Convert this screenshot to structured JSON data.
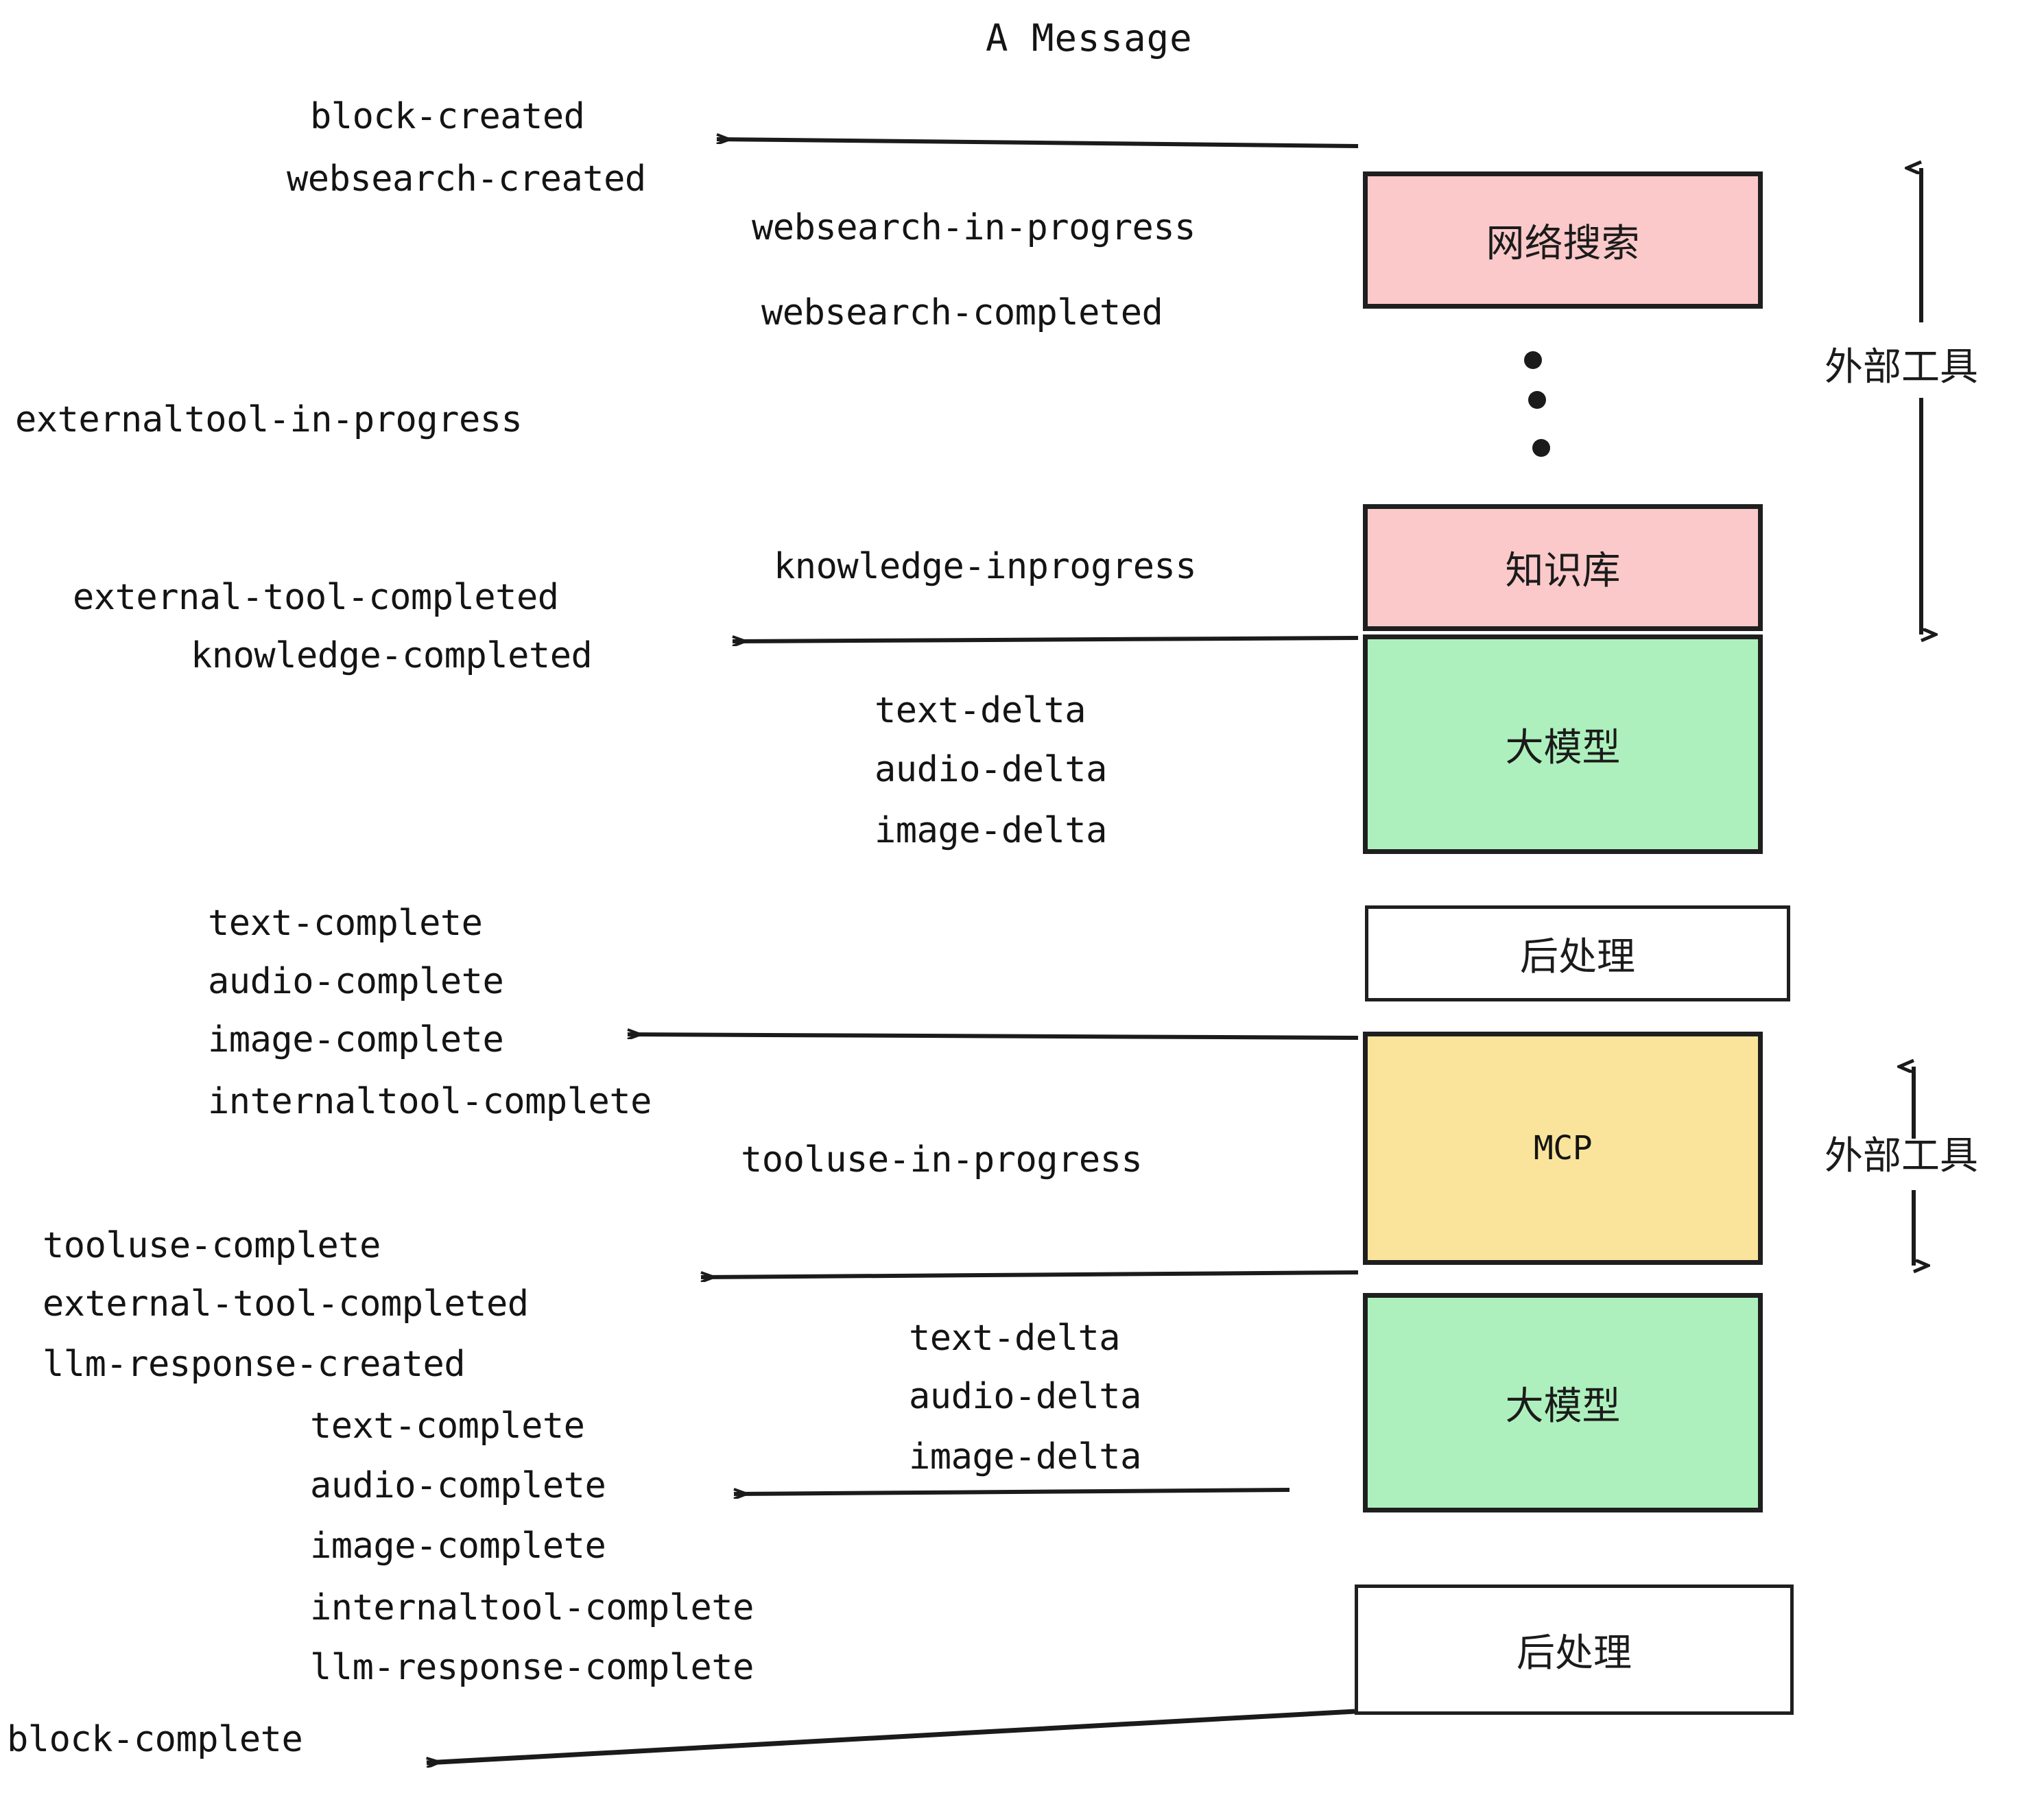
{
  "title": "A Message",
  "colors": {
    "pink": "#FBC9CA",
    "green": "#AEF0BD",
    "yellow": "#FAE49B",
    "white": "#FFFFFF",
    "stroke": "#1F1F1F",
    "text": "#141414"
  },
  "boxes": [
    {
      "key": "websearch",
      "label": "网络搜索",
      "fill": "pink"
    },
    {
      "key": "knowledge",
      "label": "知识库",
      "fill": "pink"
    },
    {
      "key": "llm_top",
      "label": "大模型",
      "fill": "green"
    },
    {
      "key": "postprocess_top",
      "label": "后处理",
      "fill": "white"
    },
    {
      "key": "mcp",
      "label": "MCP",
      "fill": "yellow"
    },
    {
      "key": "llm_bottom",
      "label": "大模型",
      "fill": "green"
    },
    {
      "key": "postprocess_bottom",
      "label": "后处理",
      "fill": "white"
    }
  ],
  "side_labels": [
    {
      "key": "external-tools-top",
      "label": "外部工具"
    },
    {
      "key": "external-tools-bottom",
      "label": "外部工具"
    }
  ],
  "events": {
    "block_created": "block-created",
    "websearch_created": "websearch-created",
    "websearch_in_progress": "websearch-in-progress",
    "websearch_completed": "websearch-completed",
    "externaltool_in_progress": "externaltool-in-progress",
    "knowledge_inprogress": "knowledge-inprogress",
    "external_tool_completed_1": "external-tool-completed",
    "knowledge_completed": "knowledge-completed",
    "text_delta_1": "text-delta",
    "audio_delta_1": "audio-delta",
    "image_delta_1": "image-delta",
    "text_complete_1": "text-complete",
    "audio_complete_1": "audio-complete",
    "image_complete_1": "image-complete",
    "internaltool_complete_1": "internaltool-complete",
    "tooluse_in_progress": "tooluse-in-progress",
    "tooluse_complete": "tooluse-complete",
    "external_tool_completed_2": "external-tool-completed",
    "llm_response_created": "llm-response-created",
    "text_delta_2": "text-delta",
    "audio_delta_2": "audio-delta",
    "image_delta_2": "image-delta",
    "text_complete_2": "text-complete",
    "audio_complete_2": "audio-complete",
    "image_complete_2": "image-complete",
    "internaltool_complete_2": "internaltool-complete",
    "llm_response_complete": "llm-response-complete",
    "block_complete": "block-complete"
  }
}
